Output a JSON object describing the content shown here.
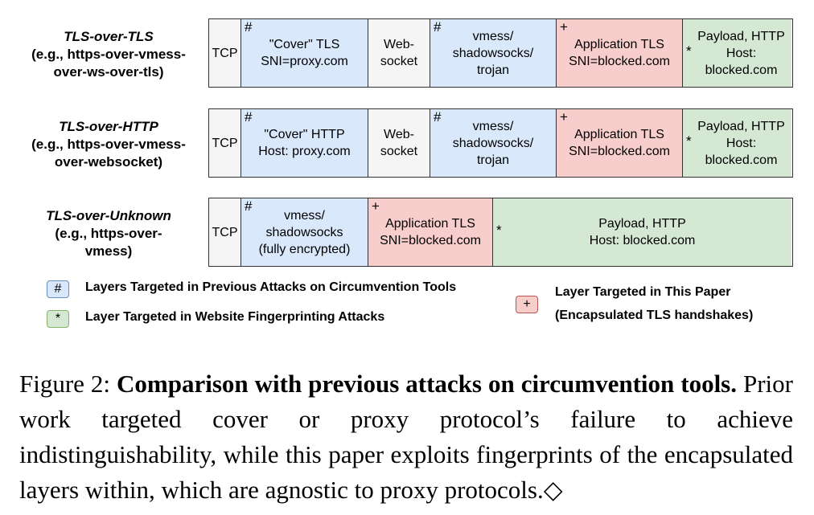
{
  "rows": [
    {
      "title": "TLS-over-TLS",
      "subtitle": "(e.g., https-over-vmess-\nover-ws-over-tls)",
      "cells": [
        {
          "text": "TCP",
          "mark": "",
          "color": "#f5f5f5"
        },
        {
          "text": "\"Cover\" TLS\nSNI=proxy.com",
          "mark": "#",
          "color": "#dae8fc"
        },
        {
          "text": "Web-\nsocket",
          "mark": "",
          "color": "#f5f5f5"
        },
        {
          "text": "vmess/\nshadowsocks/\ntrojan",
          "mark": "#",
          "color": "#dae8fc"
        },
        {
          "text": "Application TLS\nSNI=blocked.com",
          "mark": "+",
          "color": "#f8cecc"
        },
        {
          "text": "Payload, HTTP\nHost:\nblocked.com",
          "mark": "*",
          "color": "#d5e8d4"
        }
      ]
    },
    {
      "title": "TLS-over-HTTP",
      "subtitle": "(e.g., https-over-vmess-\nover-websocket)",
      "cells": [
        {
          "text": "TCP",
          "mark": "",
          "color": "#f5f5f5"
        },
        {
          "text": "\"Cover\" HTTP\nHost: proxy.com",
          "mark": "#",
          "color": "#dae8fc"
        },
        {
          "text": "Web-\nsocket",
          "mark": "",
          "color": "#f5f5f5"
        },
        {
          "text": "vmess/\nshadowsocks/\ntrojan",
          "mark": "#",
          "color": "#dae8fc"
        },
        {
          "text": "Application TLS\nSNI=blocked.com",
          "mark": "+",
          "color": "#f8cecc"
        },
        {
          "text": "Payload, HTTP\nHost:\nblocked.com",
          "mark": "*",
          "color": "#d5e8d4"
        }
      ]
    },
    {
      "title": "TLS-over-Unknown",
      "subtitle": "(e.g., https-over-\nvmess)",
      "cells": [
        {
          "text": "TCP",
          "mark": "",
          "color": "#f5f5f5"
        },
        {
          "text": "vmess/\nshadowsocks\n(fully encrypted)",
          "mark": "#",
          "color": "#dae8fc"
        },
        {
          "text": "Application TLS\nSNI=blocked.com",
          "mark": "+",
          "color": "#f8cecc"
        },
        {
          "text": "Payload, HTTP\nHost: blocked.com",
          "mark": "*",
          "color": "#d5e8d4"
        }
      ]
    }
  ],
  "legend": {
    "hash": {
      "symbol": "#",
      "text": "Layers Targeted in Previous Attacks on Circumvention Tools",
      "color": "#dae8fc",
      "border": "#6c8ebf"
    },
    "star": {
      "symbol": "*",
      "text": "Layer Targeted in Website Fingerprinting Attacks",
      "color": "#d5e8d4",
      "border": "#82b366"
    },
    "plus": {
      "symbol": "+",
      "text_line1": "Layer Targeted in This Paper",
      "text_line2": "(Encapsulated TLS handshakes)",
      "color": "#f8cecc",
      "border": "#b85450"
    }
  },
  "caption": {
    "prefix": "Figure 2: ",
    "bold": "Comparison with previous attacks on circumvention tools.",
    "rest": " Prior work targeted cover or proxy protocol’s failure to achieve indistinguishability, while this paper exploits fingerprints of the encapsulated layers within, which are agnostic to proxy protocols.◇"
  }
}
